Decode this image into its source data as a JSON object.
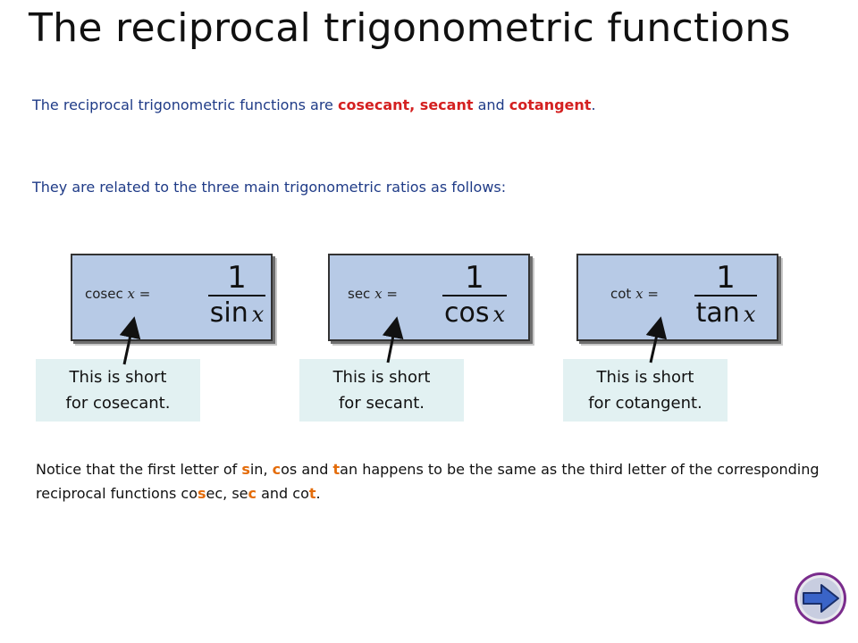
{
  "title": "The reciprocal trigonometric functions",
  "intro": {
    "part1": "The reciprocal trigonometric functions are ",
    "highlight": "cosecant, secant",
    "part2": " and ",
    "highlight2": "cotangent",
    "part3": "."
  },
  "related_text": "They are related to the three main trigonometric ratios as follows:",
  "formulas": [
    {
      "name": "cosec",
      "var": "x",
      "eq": " =",
      "numerator": "1",
      "den_fn": "sin",
      "den_var": "x",
      "note_line1": "This is short",
      "note_line2": "for cosecant."
    },
    {
      "name": "sec",
      "var": "x",
      "eq": " =",
      "numerator": "1",
      "den_fn": "cos",
      "den_var": "x",
      "note_line1": "This is short",
      "note_line2": "for secant."
    },
    {
      "name": "cot",
      "var": "x",
      "eq": " =",
      "numerator": "1",
      "den_fn": "tan",
      "den_var": "x",
      "note_line1": "This is short",
      "note_line2": "for cotangent."
    }
  ],
  "notice": {
    "t1": "Notice that the first letter of ",
    "s": "s",
    "t2": "in, ",
    "c": "c",
    "t3": "os and ",
    "t": "t",
    "t4": "an happens to be the same as the third letter of the corresponding reciprocal functions co",
    "s2": "s",
    "t5": "ec, se",
    "c2": "c",
    "t6": " and co",
    "t_2": "t",
    "t7": "."
  },
  "colors": {
    "title": "#111111",
    "text": "#1f3b87",
    "highlight": "#d42020",
    "accent": "#e46c0a",
    "box": "#b7cae6",
    "note": "#e2f1f2"
  },
  "icons": {
    "next": "next-arrow-icon"
  }
}
